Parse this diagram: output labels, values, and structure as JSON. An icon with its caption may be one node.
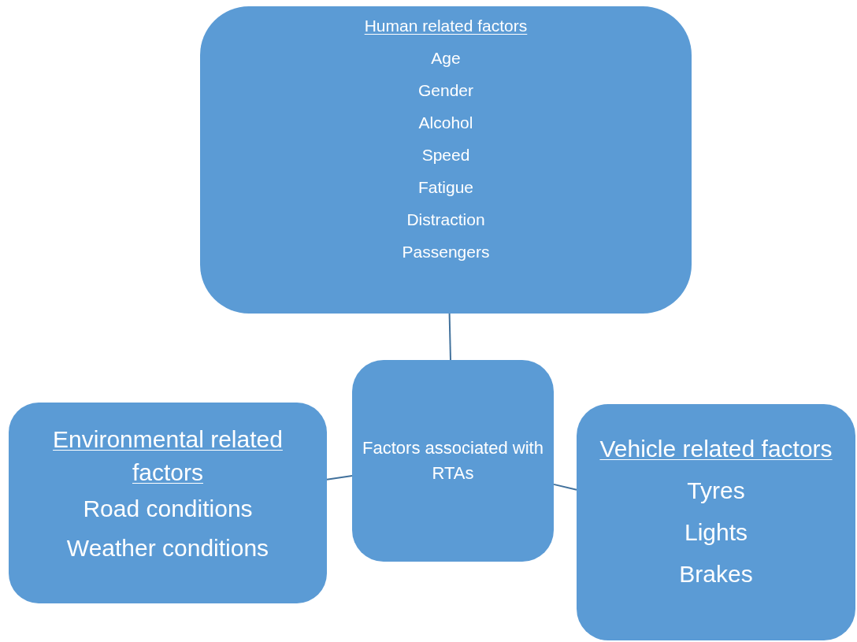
{
  "diagram": {
    "nodes": [
      {
        "text": [
          "Human related factors",
          "Age",
          "Gender",
          "Alcohol",
          "Speed",
          "Fatigue",
          "Distraction",
          "Passengers"
        ]
      },
      {
        "text": [
          "Factors associated with RTAs"
        ]
      },
      {
        "text": [
          "Environmental related factors",
          "Road conditions",
          "Weather conditions"
        ]
      },
      {
        "text": [
          "Vehicle related factors",
          "Tyres",
          "Lights",
          "Brakes"
        ]
      }
    ],
    "edges": [
      {
        "from": 1,
        "to": 0,
        "arrow": "none"
      },
      {
        "from": 1,
        "to": 2,
        "arrow": "none"
      },
      {
        "from": 1,
        "to": 3,
        "arrow": "none"
      }
    ]
  }
}
